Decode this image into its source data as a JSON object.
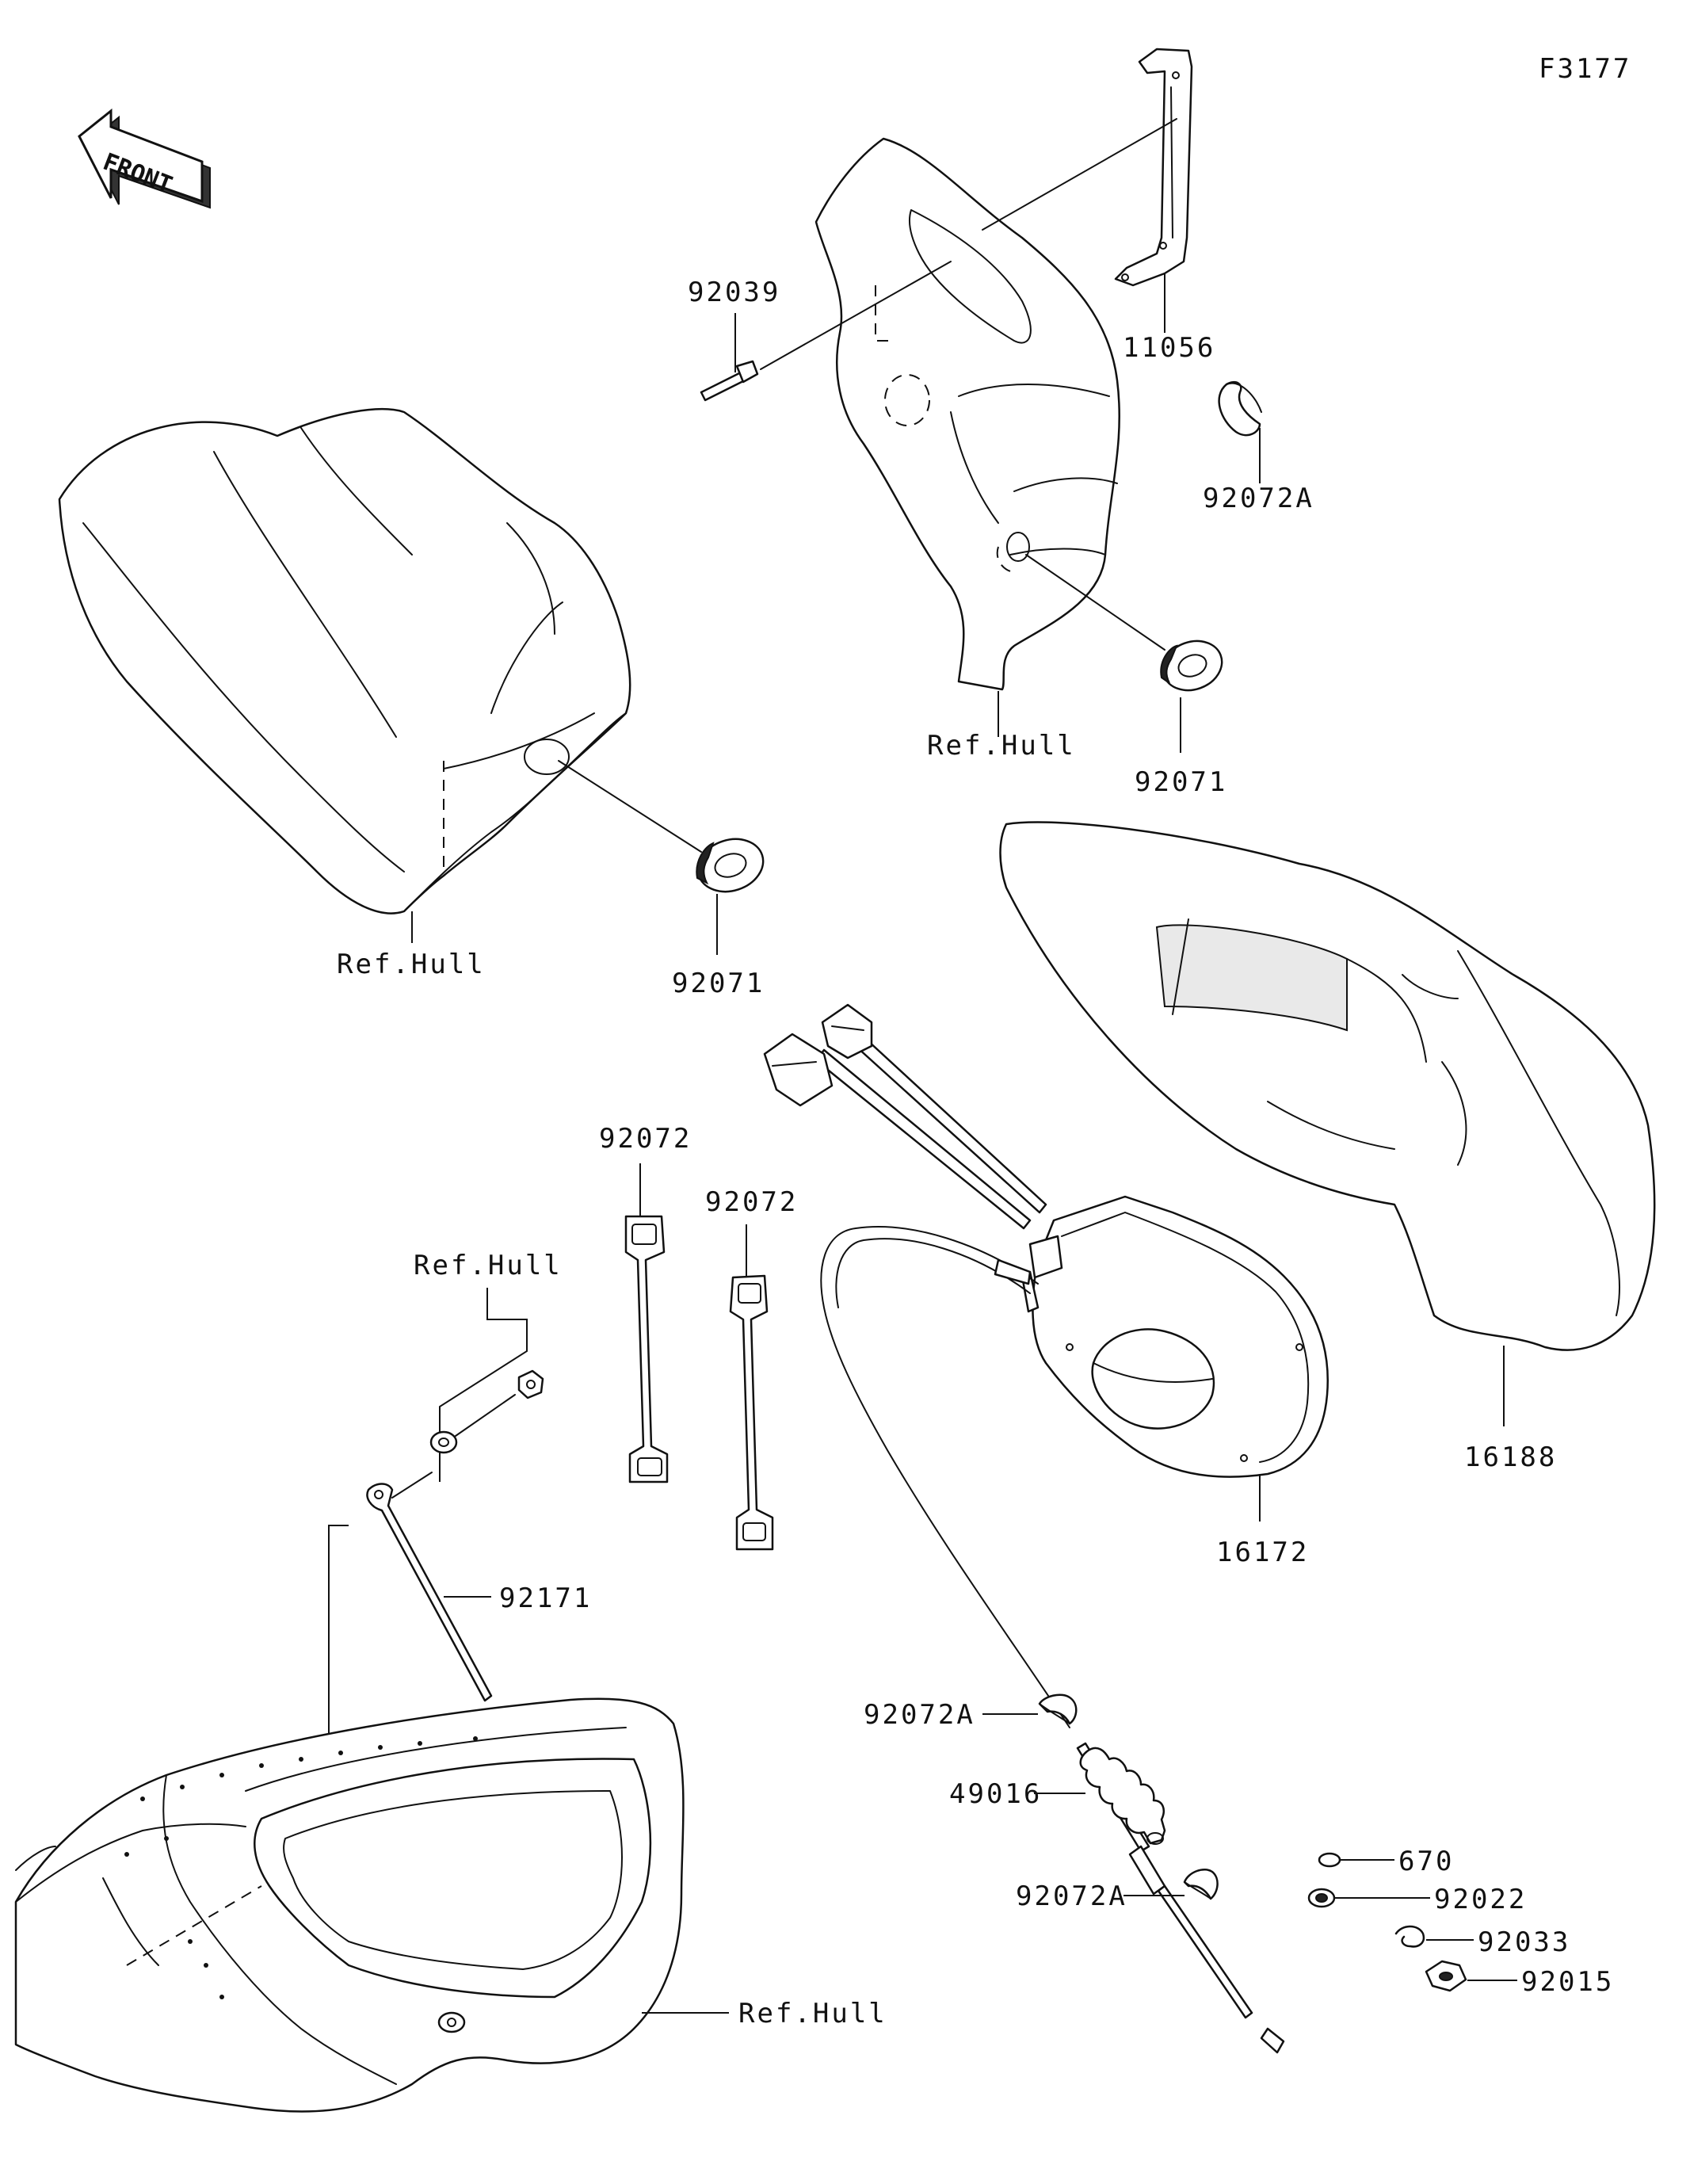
{
  "figure_code": "F3177",
  "front_arrow_text": "FRONT",
  "labels": {
    "bracket": "11056",
    "rivet": "92039",
    "clamp_top": "92072A",
    "grommet_top": "92071",
    "grommet_left": "92071",
    "hull_top": "Ref.Hull",
    "hull_left": "Ref.Hull",
    "hull_mid": "Ref.Hull",
    "hull_bottom": "Ref.Hull",
    "strap_a": "92072",
    "strap_b": "92072",
    "box_cover": "16188",
    "control_box": "16172",
    "ground_strap": "92171",
    "clamp_a": "92072A",
    "boot": "49016",
    "clamp_b": "92072A",
    "o_ring": "670",
    "washer": "92022",
    "circlip": "92033",
    "nut": "92015"
  }
}
